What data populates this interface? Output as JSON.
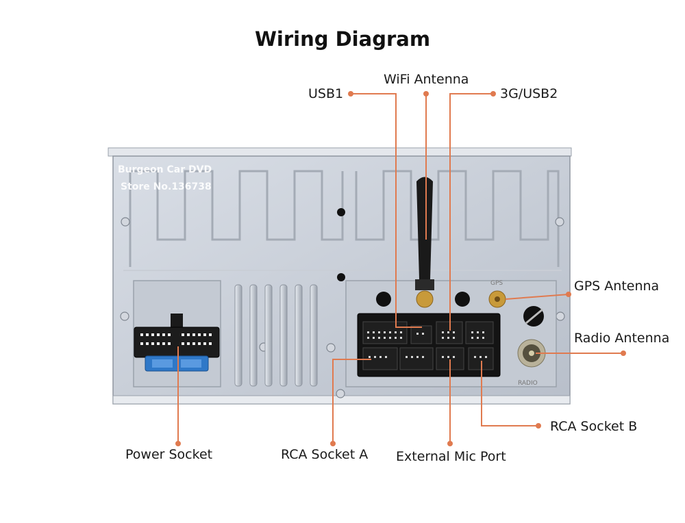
{
  "title": "Wiring Diagram",
  "watermark": {
    "line1": "Burgeon Car  DVD",
    "line2": "Store No.136738"
  },
  "unit_marks": {
    "gps": "GPS",
    "radio": "RADIO"
  },
  "labels": {
    "usb1": "USB1",
    "wifi": "WiFi Antenna",
    "usb2": "3G/USB2",
    "gps": "GPS Antenna",
    "radio": "Radio Antenna",
    "rca_b": "RCA Socket B",
    "power": "Power Socket",
    "rca_a": "RCA Socket A",
    "mic": "External Mic Port"
  },
  "colors": {
    "callout": "#e07a4f",
    "chassis": "#c7cdd7",
    "connector": "#1a1a1a",
    "fuse": "#2f78c8",
    "brass": "#c89a3a"
  }
}
